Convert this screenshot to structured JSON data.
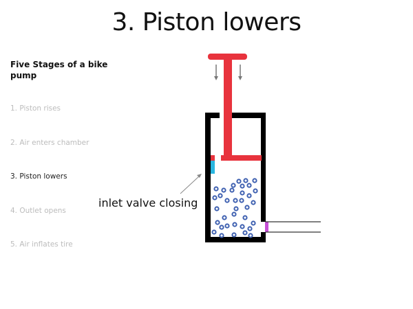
{
  "slide": {
    "title": "3. Piston lowers"
  },
  "sidebar": {
    "heading": "Five Stages of a bike pump",
    "current_index": 2,
    "stages": [
      "1. Piston rises",
      "2. Air enters chamber",
      "3. Piston lowers",
      "4. Outlet opens",
      "5. Air inflates tire"
    ]
  },
  "diagram": {
    "annotation": "inlet valve closing",
    "colors": {
      "piston": "#e8333d",
      "cylinder": "#000000",
      "inlet_valve": "#2ab6e0",
      "outlet_valve": "#c64fd6",
      "air": "#3d5fb0",
      "arrow": "#777777"
    }
  }
}
